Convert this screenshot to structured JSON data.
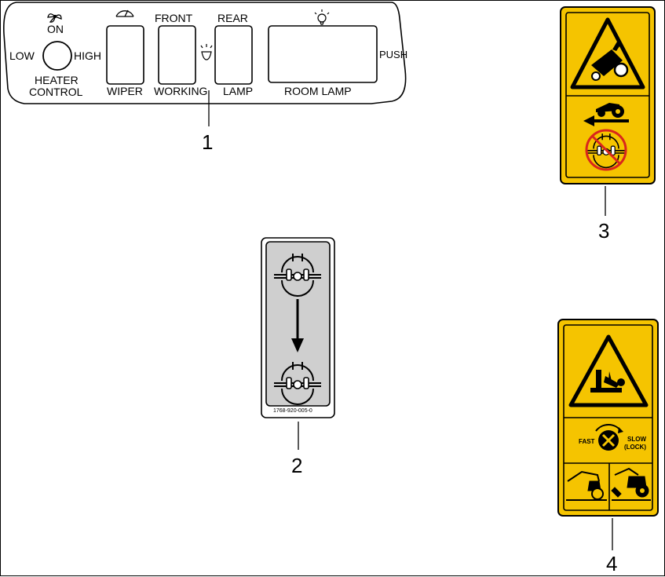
{
  "panel": {
    "on": "ON",
    "low": "LOW",
    "high": "HIGH",
    "heater_line1": "HEATER",
    "heater_line2": "CONTROL",
    "wiper": "WIPER",
    "front": "FRONT",
    "working": "WORKING",
    "rear": "REAR",
    "lamp": "LAMP",
    "room_lamp": "ROOM LAMP",
    "push": "PUSH"
  },
  "decal2": {
    "part_number": "1768-920-005-0"
  },
  "decal4": {
    "fast": "FAST",
    "slow": "SLOW",
    "lock": "(LOCK)"
  },
  "callouts": [
    "1",
    "2",
    "3",
    "4"
  ],
  "colors": {
    "decal_yellow": "#f5c400",
    "decal_grey": "#cfcfcf",
    "prohibit_red": "#d9261c",
    "line": "#000000"
  }
}
